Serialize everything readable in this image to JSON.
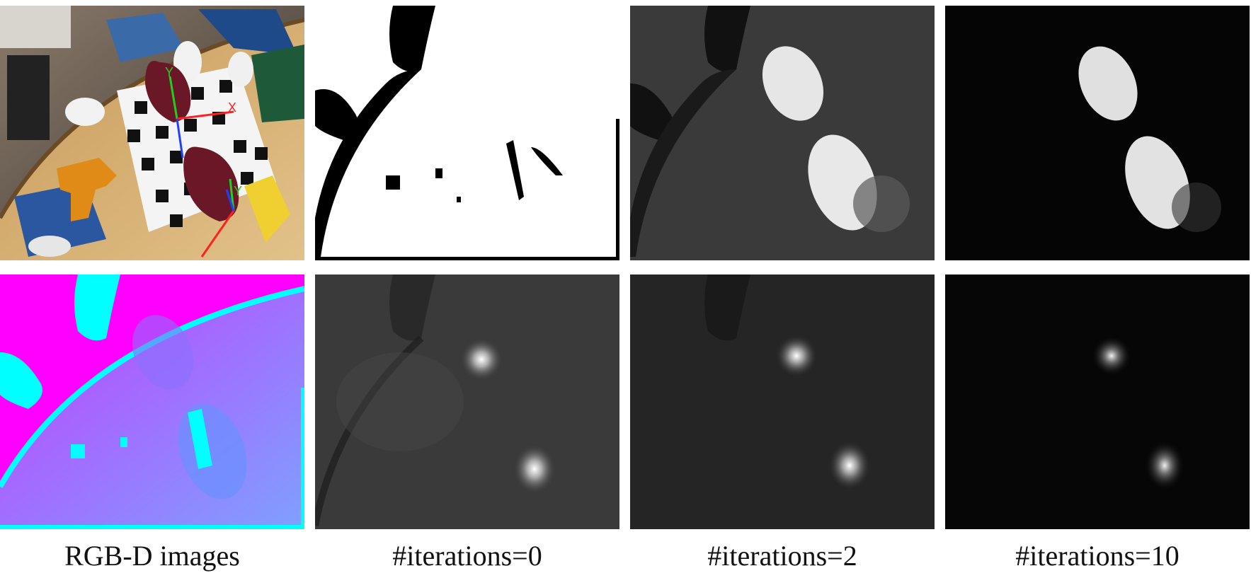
{
  "figure": {
    "column_labels": [
      "RGB-D images",
      "#iterations=0",
      "#iterations=2",
      "#iterations=10"
    ],
    "rows": [
      "rgb-and-mask",
      "depth-and-heatmap"
    ],
    "icons": {
      "axis_labels_bottle_1": [
        "Y",
        "X"
      ],
      "axis_labels_bottle_2": [
        "Y"
      ]
    },
    "colors": {
      "depth_far": "#ff00ff",
      "depth_near": "#7fa0ff",
      "depth_invalid": "#00ffff",
      "axis_x": "#ff2020",
      "axis_y": "#20d020",
      "axis_z": "#2040ff"
    }
  }
}
